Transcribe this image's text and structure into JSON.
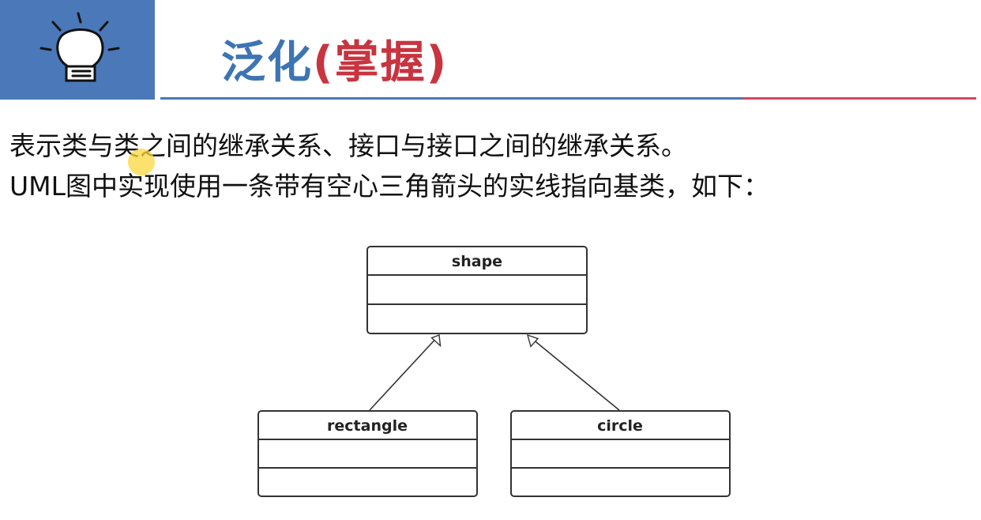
{
  "header": {
    "title_main": "泛化",
    "title_paren": "(掌握)",
    "logo_icon": "lightbulb-icon",
    "colors": {
      "banner": "#4a78b8",
      "title": "#3d74b3",
      "accent": "#c8343f"
    }
  },
  "body": {
    "line1": "表示类与类之间的继承关系、接口与接口之间的继承关系。",
    "line2": "UML图中实现使用一条带有空心三角箭头的实线指向基类，如下："
  },
  "diagram": {
    "base_class": {
      "name": "shape"
    },
    "subclasses": [
      {
        "name": "rectangle"
      },
      {
        "name": "circle"
      }
    ],
    "relationship": "generalization"
  }
}
